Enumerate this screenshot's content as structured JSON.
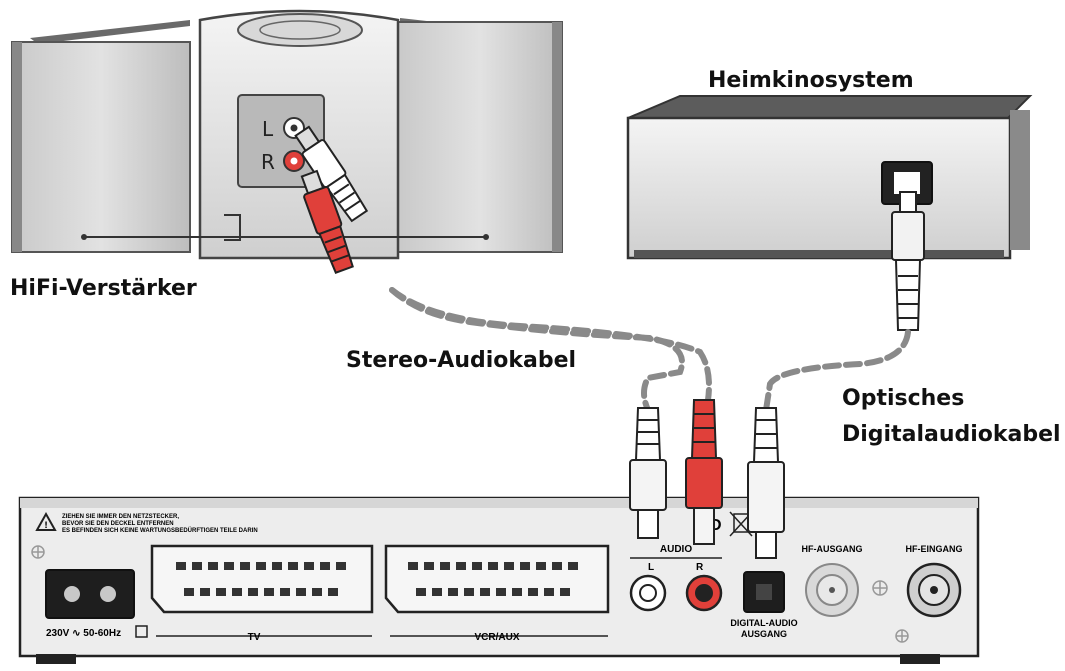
{
  "labels": {
    "hifi": "HiFi-Verstärker",
    "heimkino": "Heimkinosystem",
    "stereo_cable": "Stereo-Audiokabel",
    "optical_line1": "Optisches",
    "optical_line2": "Digitalaudiokabel"
  },
  "amp_jacks": {
    "left": "L",
    "right": "R"
  },
  "receiver": {
    "warning_line1": "ZIEHEN SIE IMMER DEN NETZSTECKER,",
    "warning_line2": "BEVOR SIE DEN DECKEL ENTFERNEN",
    "warning_line3": "ES BEFINDEN SICH KEINE WARTUNGSBEDÜRFTIGEN TEILE DARIN",
    "power_label": "230V ∿ 50-60Hz",
    "scart_tv": "TV",
    "scart_vcr": "VCR/AUX",
    "audio": "AUDIO",
    "audio_l": "L",
    "audio_r": "R",
    "digital_line1": "DIGITAL-AUDIO",
    "digital_line2": "AUSGANG",
    "hf_out": "HF-AUSGANG",
    "hf_in": "HF-EINGANG",
    "mark_d": "D",
    "mark_ce": "€"
  },
  "colors": {
    "red": "#e0403a",
    "cable_grey": "#8a8a8a"
  }
}
